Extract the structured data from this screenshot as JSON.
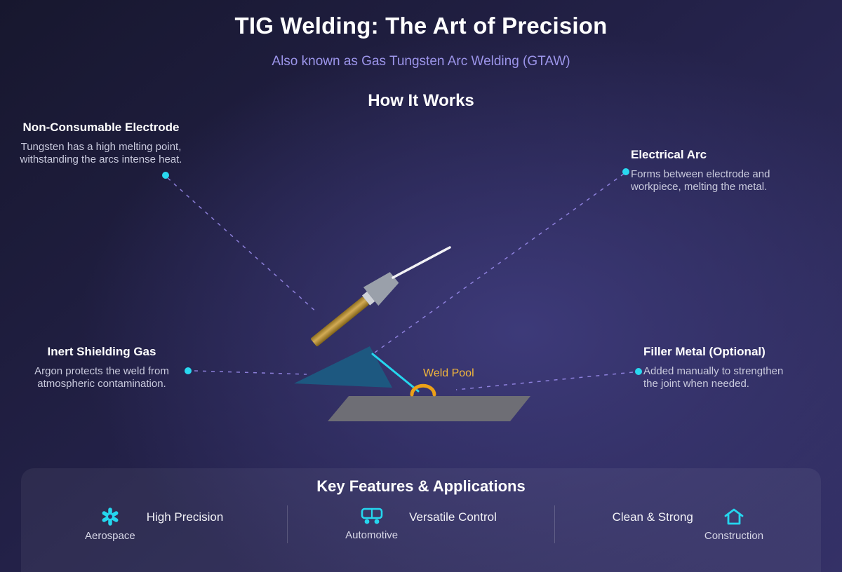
{
  "page": {
    "title": "TIG Welding: The Art of Precision",
    "subtitle": "Also known as Gas Tungsten Arc Welding (GTAW)",
    "section_heading": "How It Works"
  },
  "colors": {
    "accent_cyan": "#22d3ee",
    "accent_gold": "#f2b63c",
    "subtitle_lavender": "#9c95ea",
    "dashed_line": "#9d8ef0",
    "workpiece_gray": "#6e6e75",
    "gas_cone_blue": "#1c5b82"
  },
  "callouts": [
    {
      "title": "Non-Consumable Electrode",
      "line1": "Tungsten has a high melting point,",
      "line2": "withstanding the arcs intense heat."
    },
    {
      "title": "Electrical Arc",
      "line1": "Forms between electrode and",
      "line2": "workpiece, melting the metal."
    },
    {
      "title": "Inert Shielding Gas",
      "line1": "Argon protects the weld from",
      "line2": "atmospheric contamination."
    },
    {
      "title": "Filler Metal (Optional)",
      "line1": "Added manually to strengthen",
      "line2": "the joint when needed."
    }
  ],
  "diagram": {
    "weld_pool_label": "Weld Pool"
  },
  "panel": {
    "heading": "Key Features & Applications",
    "features": [
      "High Precision",
      "Versatile Control",
      "Clean & Strong"
    ],
    "applications": [
      "Aerospace",
      "Automotive",
      "Construction"
    ],
    "icons": {
      "aerospace": "flower-asterisk-icon",
      "automotive": "car-icon",
      "construction": "house-icon"
    }
  }
}
